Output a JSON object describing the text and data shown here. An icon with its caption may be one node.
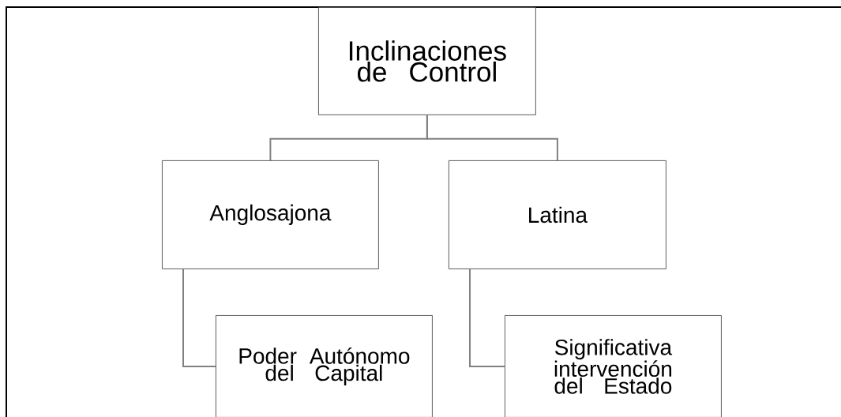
{
  "diagram": {
    "nodes": [
      {
        "text": [
          "Inclinaciones de Control"
        ]
      },
      {
        "text": [
          "Anglosajona"
        ]
      },
      {
        "text": [
          "Latina"
        ]
      },
      {
        "text": [
          "Poder Autónomo del Capital"
        ]
      },
      {
        "text": [
          "Significativa intervención del Estado"
        ]
      }
    ],
    "edges": [
      {
        "from": 0,
        "to": 1,
        "arrow": "none"
      },
      {
        "from": 0,
        "to": 2,
        "arrow": "none"
      },
      {
        "from": 1,
        "to": 3,
        "arrow": "none"
      },
      {
        "from": 2,
        "to": 4,
        "arrow": "none"
      }
    ]
  }
}
